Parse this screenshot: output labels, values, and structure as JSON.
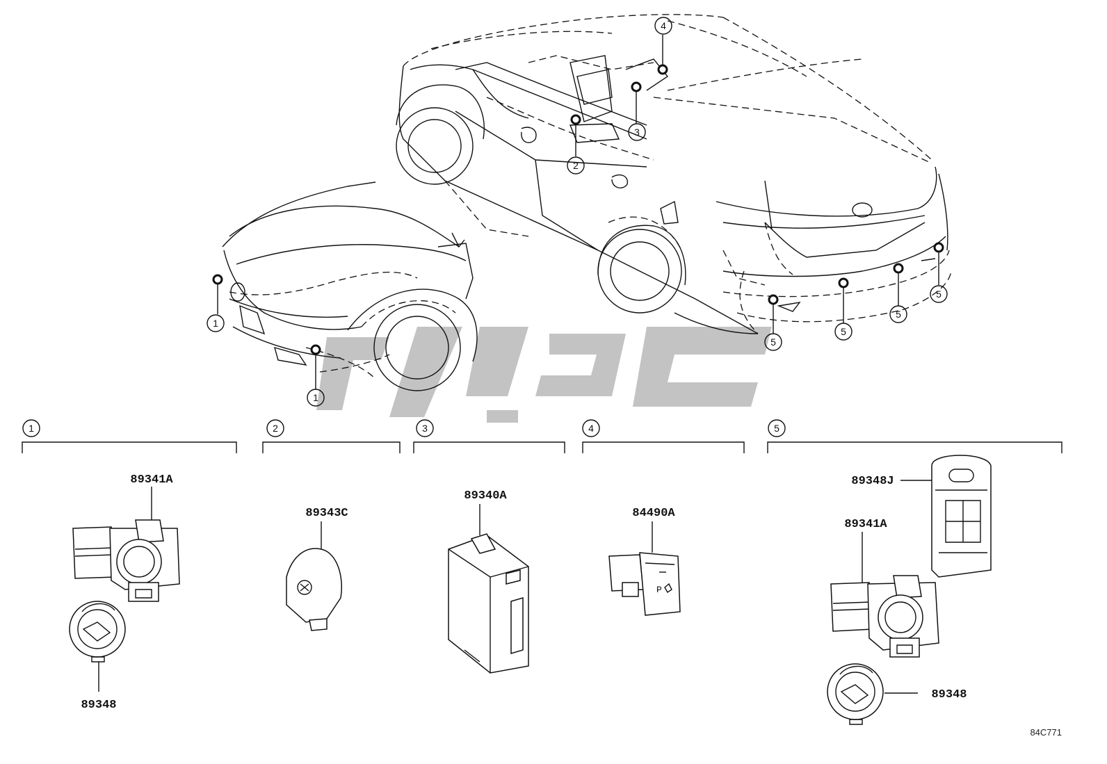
{
  "callouts": {
    "c1a": "1",
    "c1b": "1",
    "c2": "2",
    "c3": "3",
    "c4": "4",
    "c5a": "5",
    "c5b": "5",
    "c5c": "5",
    "c5d": "5"
  },
  "groups": [
    {
      "number": "1"
    },
    {
      "number": "2"
    },
    {
      "number": "3"
    },
    {
      "number": "4"
    },
    {
      "number": "5"
    }
  ],
  "parts": {
    "g1_sensor": "89341A",
    "g1_retainer": "89348",
    "g2_buzzer": "89343C",
    "g3_computer": "89340A",
    "g4_switch": "84490A",
    "g5_bracket": "89348J",
    "g5_sensor": "89341A",
    "g5_retainer": "89348"
  },
  "reference_code": "84C771",
  "icons": {
    "switch_symbol": "parking-sensor-switch-icon",
    "watermark": "site-watermark-logo"
  }
}
